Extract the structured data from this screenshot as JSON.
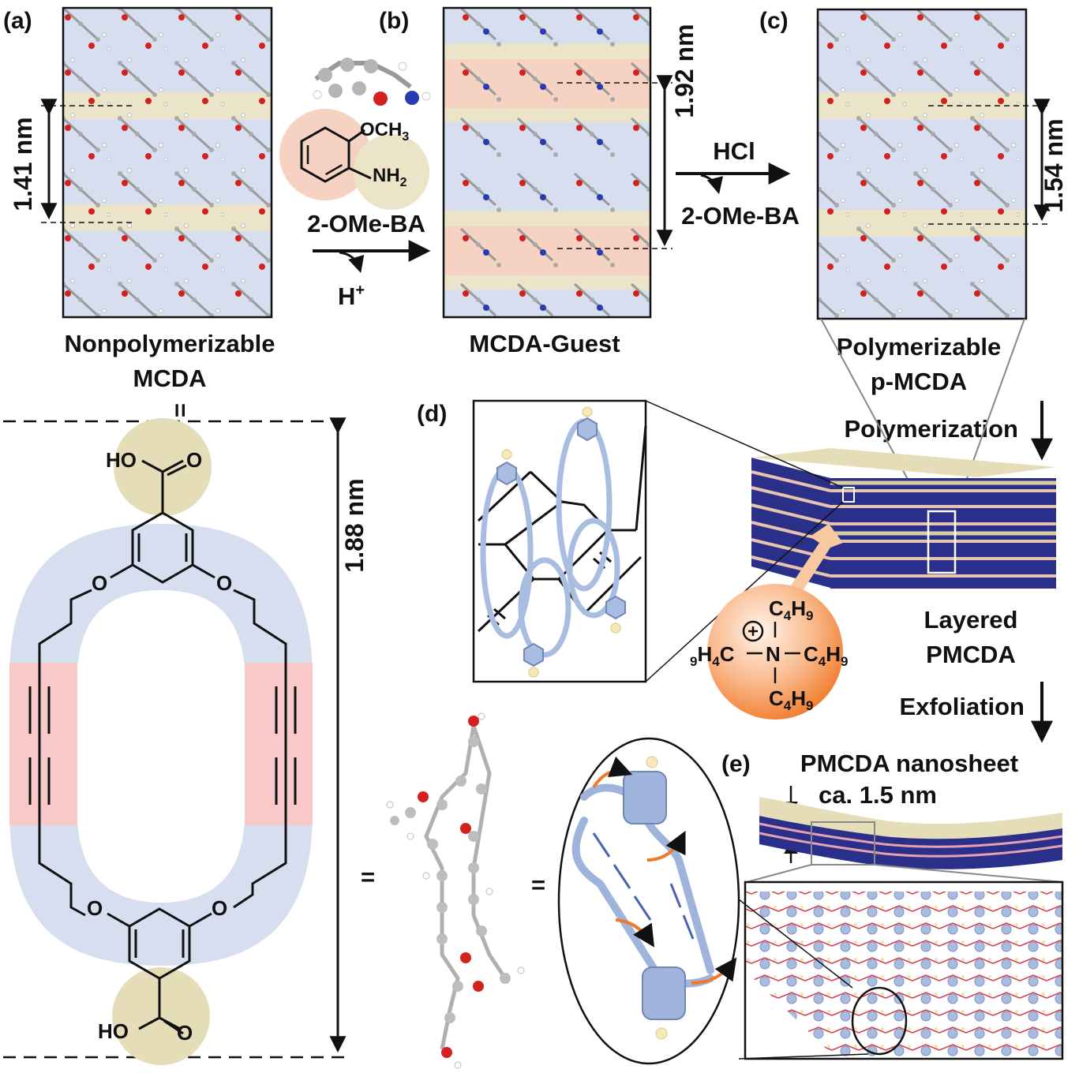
{
  "panels": {
    "a": {
      "label": "(a)",
      "caption_1": "Nonpolymerizable",
      "caption_2": "MCDA",
      "spacing": "1.41 nm",
      "equals": "="
    },
    "b": {
      "label": "(b)",
      "caption": "MCDA-Guest",
      "spacing": "1.92 nm"
    },
    "c": {
      "label": "(c)",
      "caption_1": "Polymerizable",
      "caption_2": "p-MCDA",
      "spacing": "1.54 nm"
    },
    "d": {
      "label": "(d)"
    },
    "e": {
      "label": "(e)",
      "title": "PMCDA nanosheet",
      "thickness": "ca. 1.5 nm"
    }
  },
  "guest": {
    "name": "2-OMe-BA",
    "och3_a": "OCH",
    "och3_b": "3",
    "nh2_a": "NH",
    "nh2_b": "2",
    "proton_a": "H",
    "proton_b": "+"
  },
  "step_hcl": {
    "reagent": "HCl",
    "released": "2-OMe-BA"
  },
  "process": {
    "polymerization": "Polymerization",
    "exfoliation": "Exfoliation",
    "layered_1": "Layered",
    "layered_2": "PMCDA"
  },
  "ammonium": {
    "c4h9_top_a": "C",
    "c4h9_top_b": "4",
    "c4h9_top_c": "H",
    "c4h9_top_d": "9",
    "left_a": "9",
    "left_b": "H",
    "left_c": "4",
    "left_d": "C",
    "n": "N",
    "right_a": "C",
    "right_b": "4",
    "right_c": "H",
    "right_d": "9",
    "bot_a": "C",
    "bot_b": "4",
    "bot_c": "H",
    "bot_d": "9"
  },
  "macrocycle": {
    "length": "1.88 nm",
    "top_acid_ho": "HO",
    "top_acid_o": "O",
    "bottom_acid_ho": "HO",
    "bottom_acid_o": "O",
    "ether_o": "O",
    "equals_1": "=",
    "equals_2": "="
  },
  "colors": {
    "blue_band": "#d6deef",
    "tan_band": "#ece4c8",
    "salmon_band": "#f6d2c2",
    "pink_diyne": "#f7c9c9",
    "tan_acid": "#e5dcb8",
    "polymer_blue": "#a8bde0",
    "arrow_orange": "#f07a2a",
    "sheet_navy": "#2a2f8a"
  },
  "icons": [
    "reaction-arrow-icon",
    "chevron-arrow-icon",
    "orange-arrow-icon"
  ]
}
